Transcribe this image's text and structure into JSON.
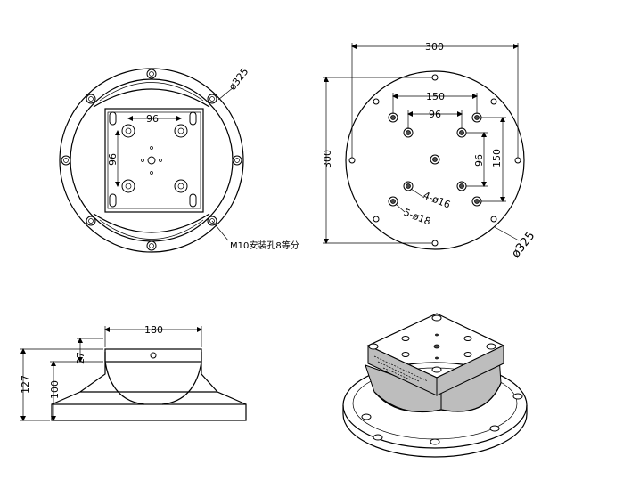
{
  "front_view": {
    "dim_diameter": "ø325",
    "dim_width": "96",
    "dim_height": "96",
    "note": "M10安装孔8等分"
  },
  "top_view": {
    "dim_overall_width": "300",
    "dim_overall_height": "300",
    "dim_outer_spacing_w": "150",
    "dim_outer_spacing_h": "150",
    "dim_inner_spacing_w": "96",
    "dim_inner_spacing_h": "96",
    "dim_inner_holes": "4-ø16",
    "dim_outer_holes": "5-ø18",
    "dim_diameter": "ø325"
  },
  "side_view": {
    "dim_width": "180",
    "dim_total_height": "127",
    "dim_base_height": "100",
    "dim_top_height": "27"
  }
}
